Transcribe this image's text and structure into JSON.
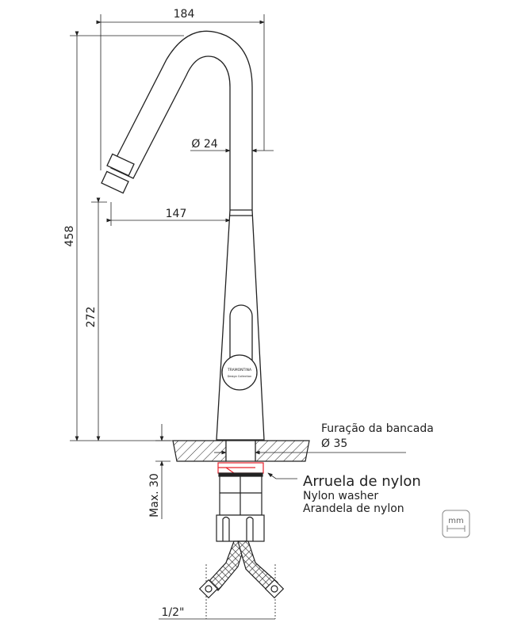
{
  "dimensions": {
    "total_width": "184",
    "spout_diameter": "Ø 24",
    "spout_reach": "147",
    "total_height": "458",
    "spout_height": "272",
    "max_thickness": "Max. 30",
    "thread": "1/2\""
  },
  "countertop": {
    "label": "Furação da bancada",
    "hole_diameter": "Ø 35"
  },
  "washer": {
    "title": "Arruela de nylon",
    "english": "Nylon washer",
    "spanish": "Arandela de nylon",
    "color": "#e8212b"
  },
  "logo": {
    "brand": "TRAMONTINA",
    "line": "Design Collection"
  },
  "units_badge": "mm"
}
